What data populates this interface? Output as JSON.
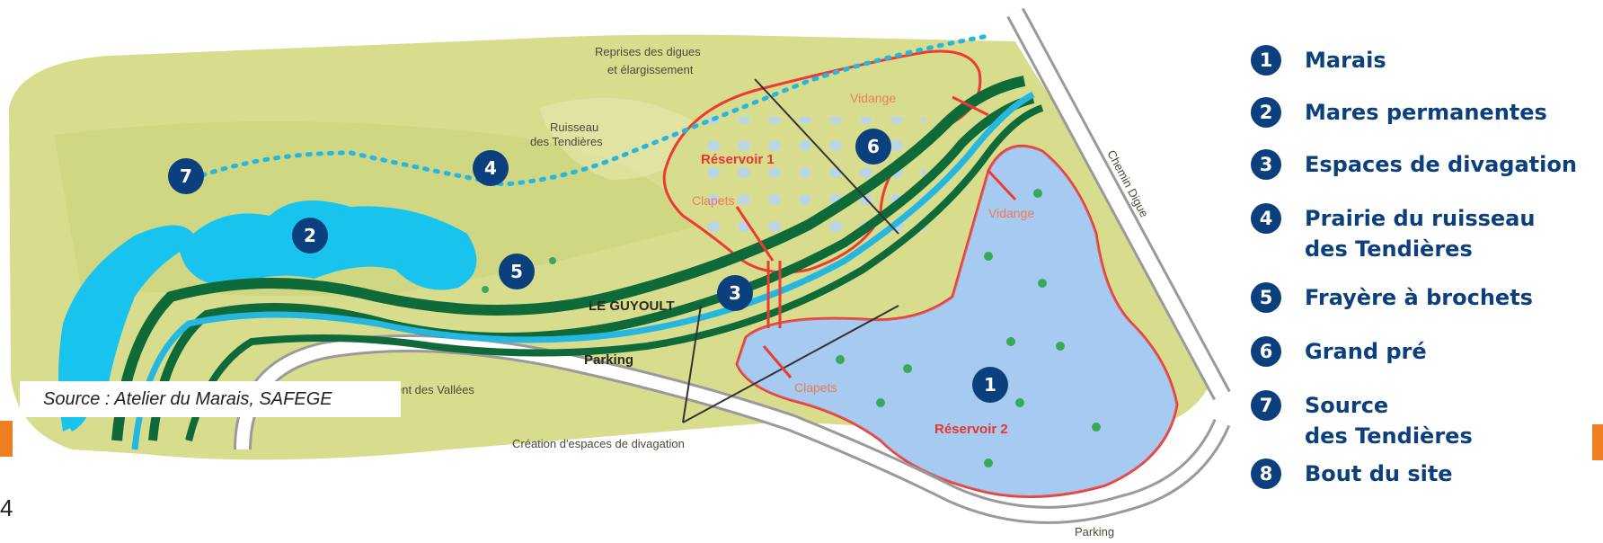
{
  "page": {
    "page_number": "4",
    "source": "Source : Atelier du Marais, SAFEGE"
  },
  "colors": {
    "meadow": "#d9dd8f",
    "meadow_dark": "#c4cd6e",
    "water": "#18c4ee",
    "river": "#26b7e0",
    "hedge": "#0f6a3a",
    "reservoir_fill": "#a9cdf2",
    "reservoir_edge": "#ee3a34",
    "marker": "#0c3f7d",
    "road": "#9a9a9a",
    "accent": "#ef7d22"
  },
  "map": {
    "labels": {
      "reprises": [
        "Reprises des digues",
        "et élargissement"
      ],
      "ruisseau": [
        "Ruisseau",
        "des Tendières"
      ],
      "vidange_top": "Vidange",
      "vidange_right": "Vidange",
      "reservoir1": "Réservoir 1",
      "reservoir2": "Réservoir 2",
      "clapets_top": "Clapets",
      "clapets_bottom": "Clapets",
      "guyoult": "LE GUYOULT",
      "parking_center": "Parking",
      "parking_bottom": "Parking",
      "chemin": "Chemin Digue",
      "vallees": "ent des Vallées",
      "creation": "Création d'espaces de divagation"
    },
    "markers": [
      {
        "id": "7",
        "label": "7"
      },
      {
        "id": "4",
        "label": "4"
      },
      {
        "id": "2",
        "label": "2"
      },
      {
        "id": "5",
        "label": "5"
      },
      {
        "id": "3",
        "label": "3"
      },
      {
        "id": "6",
        "label": "6"
      },
      {
        "id": "1",
        "label": "1"
      }
    ]
  },
  "legend": {
    "items": [
      {
        "number": "1",
        "lines": [
          "Marais"
        ]
      },
      {
        "number": "2",
        "lines": [
          "Mares permanentes"
        ]
      },
      {
        "number": "3",
        "lines": [
          "Espaces de divagation"
        ]
      },
      {
        "number": "4",
        "lines": [
          "Prairie du ruisseau",
          "des Tendières"
        ]
      },
      {
        "number": "5",
        "lines": [
          "Frayère à brochets"
        ]
      },
      {
        "number": "6",
        "lines": [
          "Grand pré"
        ]
      },
      {
        "number": "7",
        "lines": [
          "Source",
          "des Tendières"
        ]
      },
      {
        "number": "8",
        "lines": [
          "Bout du site"
        ]
      }
    ]
  }
}
